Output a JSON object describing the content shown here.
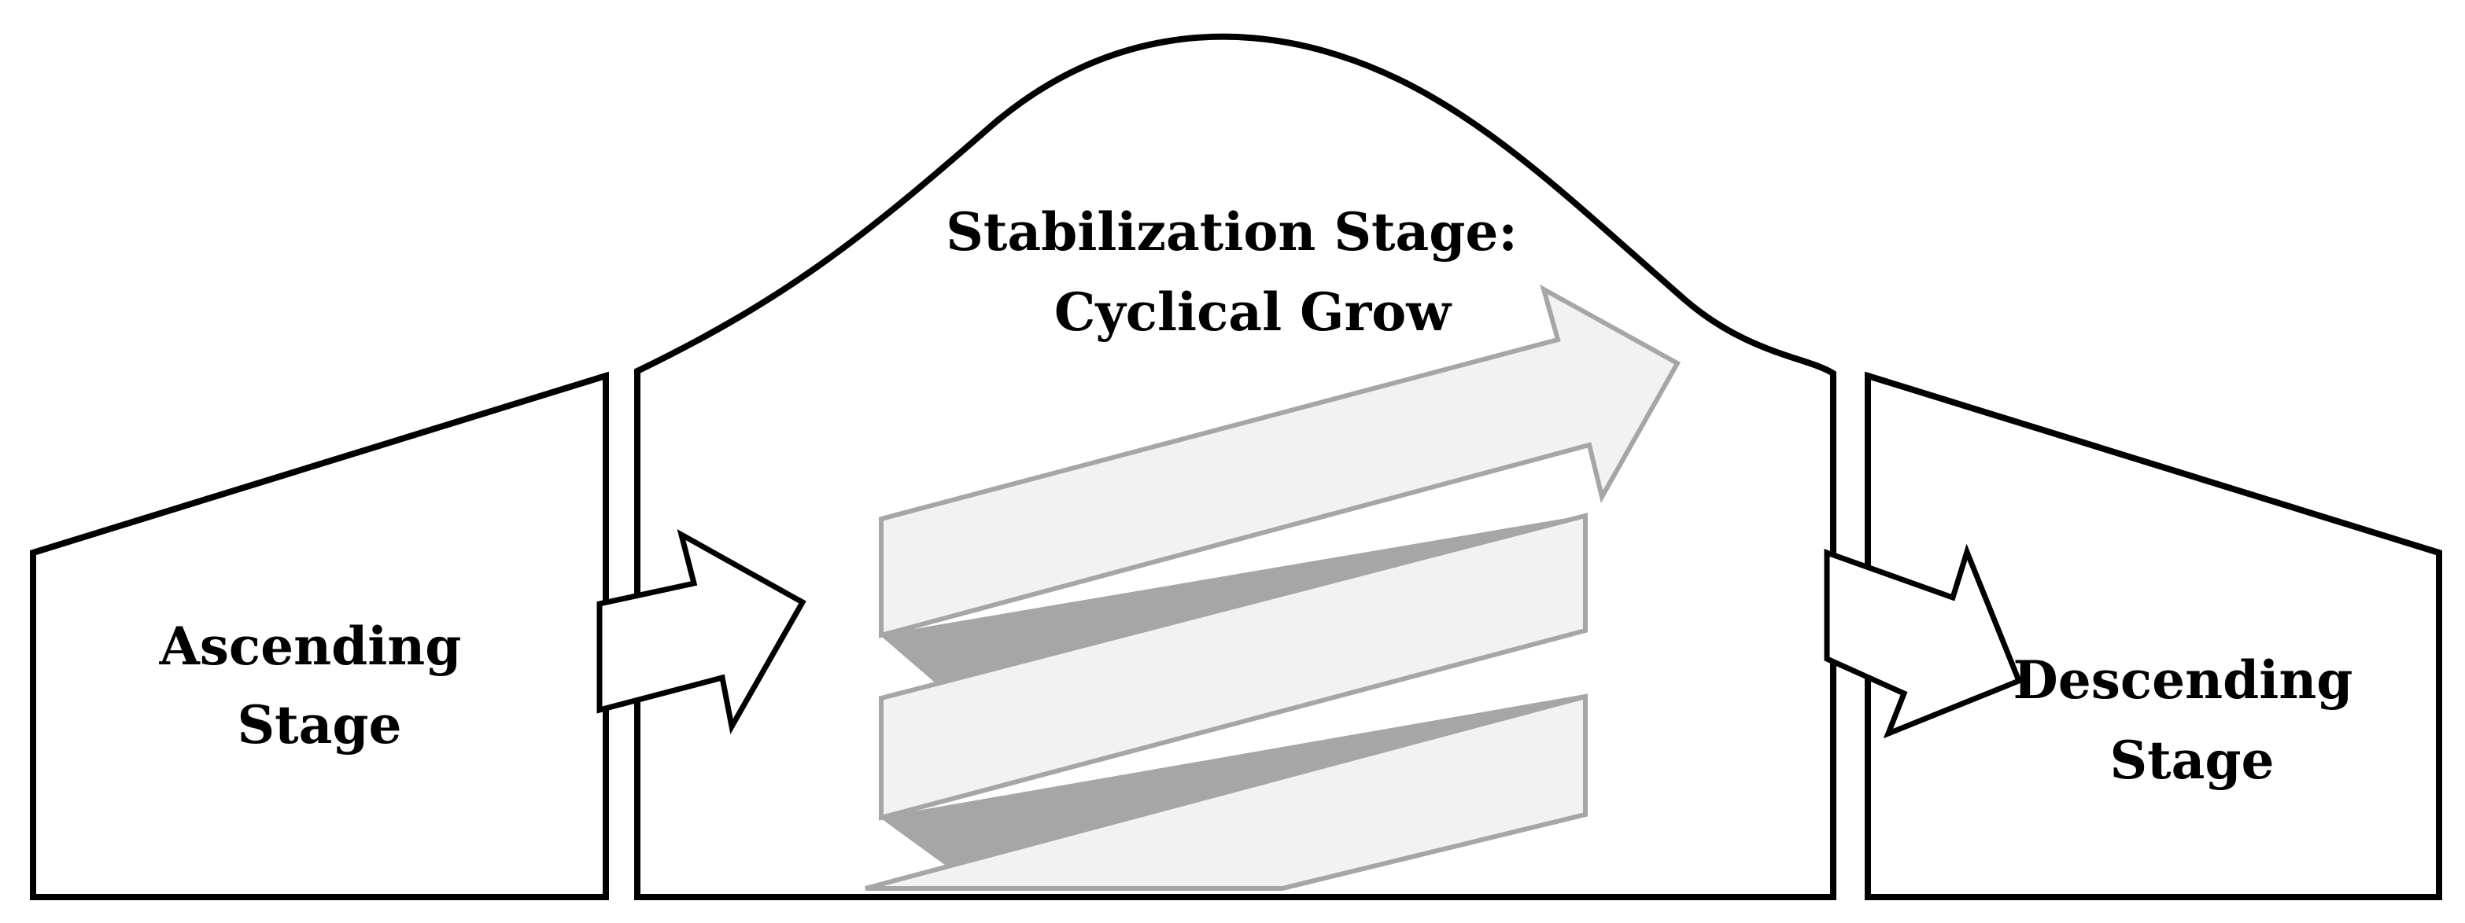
{
  "stages": {
    "ascending": {
      "line1": "Ascending",
      "line2": "Stage"
    },
    "stabilization": {
      "line1": "Stabilization Stage:",
      "line2": "Cyclical Grow"
    },
    "descending": {
      "line1": "Descending",
      "line2": "Stage"
    }
  },
  "colors": {
    "outline": "#000000",
    "ribbon_fill": "#f2f2f2",
    "ribbon_stroke": "#a6a6a6",
    "ribbon_shadow": "#a6a6a6"
  }
}
